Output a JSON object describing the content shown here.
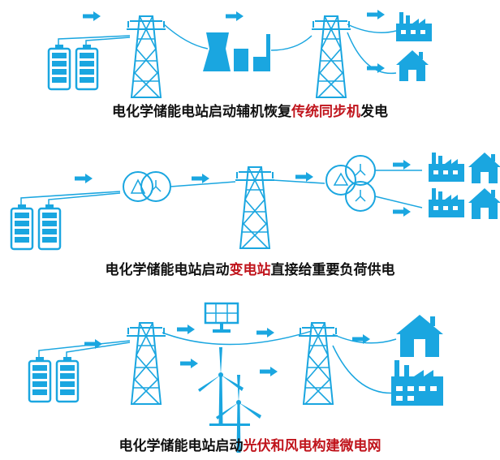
{
  "colors": {
    "accent": "#1aa6e0",
    "highlight": "#c0141c",
    "text": "#111111"
  },
  "panels": [
    {
      "caption_prefix": "电化学储能电站启动辅机恢复",
      "caption_highlight": "传统同步机",
      "caption_suffix": "发电",
      "icons": [
        "battery-bank-icon",
        "transmission-tower-icon",
        "power-plant-icon",
        "transmission-tower-icon",
        "factory-icon",
        "house-icon"
      ]
    },
    {
      "caption_prefix": "电化学储能电站启动",
      "caption_highlight": "变电站",
      "caption_suffix": "直接给重要负荷供电",
      "icons": [
        "battery-bank-icon",
        "transformer-icon",
        "transmission-tower-icon",
        "three-winding-transformer-icon",
        "factory-icon",
        "house-icon"
      ]
    },
    {
      "caption_prefix": "电化学储能电站启动",
      "caption_highlight": "光伏和风电构建微电网",
      "caption_suffix": "",
      "icons": [
        "battery-bank-icon",
        "transmission-tower-icon",
        "solar-panel-icon",
        "wind-turbine-icon",
        "transmission-tower-icon",
        "house-icon",
        "factory-icon"
      ]
    }
  ]
}
